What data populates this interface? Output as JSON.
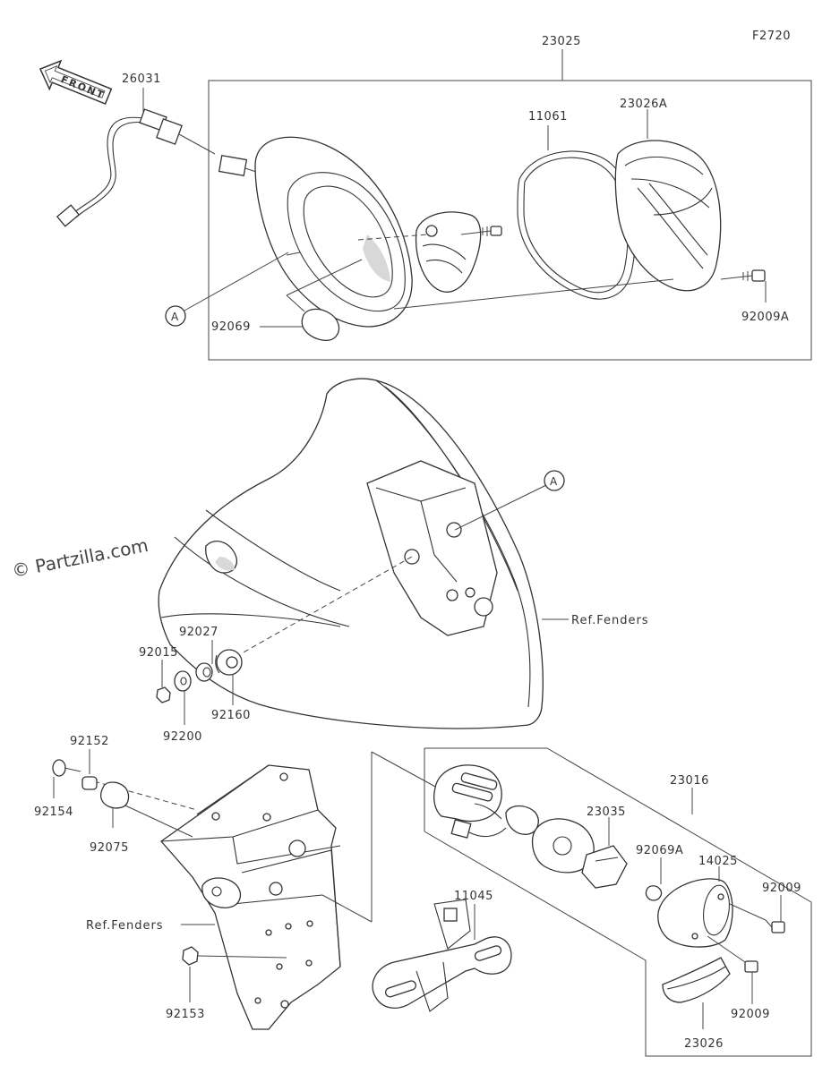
{
  "diagram_code": "F2720",
  "watermark": "© Partzilla.com",
  "front_arrow_label": "FRONT",
  "ref_label_fenders": "Ref.Fenders",
  "callout_a": "A",
  "parts": {
    "p23025": "23025",
    "p26031": "26031",
    "p11061": "11061",
    "p23026A": "23026A",
    "p92069": "92069",
    "p92009A": "92009A",
    "p92027": "92027",
    "p92015": "92015",
    "p92160": "92160",
    "p92200": "92200",
    "p92152": "92152",
    "p92154": "92154",
    "p92075": "92075",
    "p23016": "23016",
    "p23035": "23035",
    "p92069A": "92069A",
    "p14025": "14025",
    "p92009_top": "92009",
    "p92009_bottom": "92009",
    "p11045": "11045",
    "p92153": "92153",
    "p23026": "23026"
  }
}
